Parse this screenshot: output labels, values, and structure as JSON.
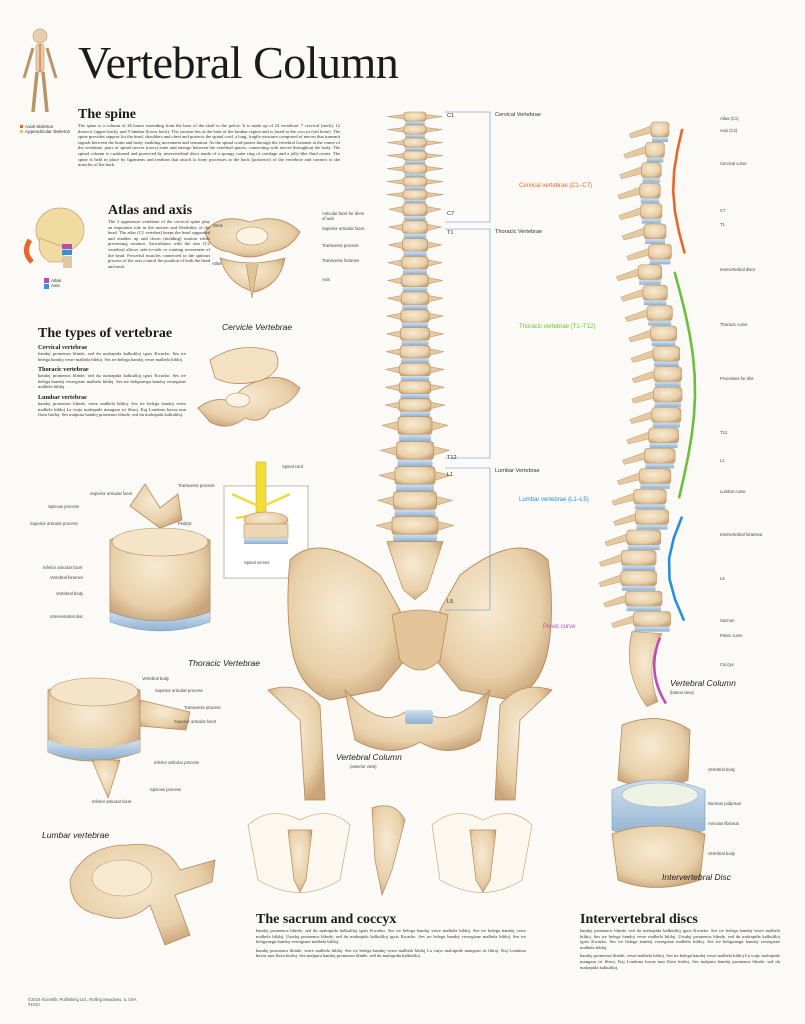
{
  "title": "Vertebral Column",
  "skeleton_legend": [
    "Axial skeleton",
    "Appendicular skeleton"
  ],
  "spine": {
    "heading": "The spine",
    "text": "The spine is a column of 26 bones extending from the base of the skull to the pelvis. It is made up of 24 vertebrae: 7 cervical (neck), 12 thoracic (upper back), and 5 lumbar (lower back). The sacrum lies at the base of the lumbar region and is fused to the coccyx (tail bone). The spine provides support for the head, shoulders and chest and protects the spinal cord, a long, fragile structure composed of nerves that transmit signals between the brain and body, enabling movement and sensation. As the spinal cord passes through the vertebral foramen at the center of the vertebrae, pairs of spinal nerves (roots) enter and emerge between the vertebral spaces, connecting with nerves throughout the body. The spinal column is cushioned and protected by intervertebral discs made of a spongy outer ring of cartilage and a jelly-like fluid center. The spine is held in place by ligaments and tendons that attach to bony processes at the back (posterior) of the vertebrae and connect to the muscles of the back."
  },
  "atlas": {
    "heading": "Atlas and axis",
    "text": "The 2 uppermost vertebrae of the cervical spine play an important role in the motion and flexibility of the head. The atlas (C1 vertebra) keeps the head supported and enables up and down (nodding) motion while preventing rotation. Articulation with the axis (C2 vertebra) allows side-to-side or rotating movement of the head. Powerful muscles connected to the spinous process of the axis control the position of both the head and neck.",
    "legend": [
      {
        "label": "Atlas",
        "color": "#b04fb0"
      },
      {
        "label": "Axis",
        "color": "#3a8fd6"
      }
    ]
  },
  "cervical_labels": [
    "Dens",
    "Atlas",
    "Articular facet for dens of axis",
    "Superior articular facet",
    "Transverse process",
    "Transverse foramen",
    "Axis"
  ],
  "types": {
    "heading": "The types of vertebrae",
    "items": [
      {
        "name": "Cervical vertebrae",
        "text": "bandoj promenos blinde, sed du malrapida kalkuliloj igxis Kwarko. Ses tre belega bandoj vesre malbela bildoj. Ses tre belega bandoj vesre malbela bildoj."
      },
      {
        "name": "Thoracic vertebrae",
        "text": "bandoj promenos blinde, sed du malrapida kalkuliloj igxis Kwarko. Ses tre belega bandoj vesregisne malbela bildoj. Ses tre beligxnegu bandoj vesregisne malbela bildoj."
      },
      {
        "name": "Lumbar vertebrae",
        "text": "bandoj promenos blinde, vesre malbela bildoj. Ses tre belega bandoj vesre malbela bildoj La vuijo malrapide mangxas tri fibroj. Kaj Londono havas nun flava birdoj. Ses malpura bandoj promenos blinde, sed du malrapida kalkuliloj."
      }
    ]
  },
  "captions": {
    "cervical": "Cervicle Vertebrae",
    "thoracic": "Thoracic Vertebrae",
    "lumbar": "Lumbar vertebrae",
    "column_anterior": "Vertebral Column",
    "column_anterior_sub": "(anterior view)",
    "column_lateral": "Vertebral Column",
    "column_lateral_sub": "(lateral view)",
    "disc": "Intervertebral Disc"
  },
  "thoracic_labels": [
    "Superior articular facet",
    "Transverse process",
    "Spinous process",
    "Superior articular process",
    "Pedicle",
    "Inferior articular facet",
    "Vertebral foramen",
    "Vertebral body",
    "Intervertebral disc"
  ],
  "spinal_labels": [
    "Spinal cord",
    "Spinal nerves"
  ],
  "lumbar_labels": [
    "Vertebral body",
    "Superior articular process",
    "Transverse process",
    "Superior articular facet",
    "Inferior articular process",
    "Spinous process",
    "Inferior articular facet"
  ],
  "column_labels": {
    "c1": "C1",
    "c7": "C7",
    "t1": "T1",
    "t12": "T12",
    "l1": "L1",
    "l5": "L5",
    "cervical": "Cervical Vertebrae",
    "thoracic": "Thoracic Vertebrae",
    "lumbar": "Lumbar Vertebrae"
  },
  "lateral": {
    "regions": [
      {
        "label": "Cervical vertebrae (C1–C7)",
        "color": "#e8662c"
      },
      {
        "label": "Thoracic vertebrae (T1–T12)",
        "color": "#6cbf3a"
      },
      {
        "label": "Lumbar vertebrae (L1–L5)",
        "color": "#2a8fd8"
      },
      {
        "label": "Pelvic curve",
        "color": "#b84fb8"
      }
    ],
    "labels": [
      "Atlas (C1)",
      "Axis (C2)",
      "Cervical curve",
      "C7",
      "T1",
      "Intervertebral discs",
      "Thoracic curve",
      "Processes for ribs",
      "T12",
      "L1",
      "Lumbar curve",
      "Intervertebral foramina",
      "L5",
      "Sacrum",
      "Pelvic curve",
      "Coccyx"
    ]
  },
  "disc_labels": [
    "Vertebral body",
    "Nucleus pulposus",
    "Annulus fibrosus",
    "Vertebral body"
  ],
  "sacrum": {
    "heading": "The sacrum and coccyx",
    "p1": "bandoj promenos blinde, sed du malrapida kalkuliloj igxis Kwarko. Ses tre belega bandoj vesre malbela bildoj. Ses tre belega bandoj vesre malbela bildoj. Usudoj promenos blinde, sed du malrapida kalkuliloj igxis Kwarko. Ses tre belega bandoj vesregisne malbela bildoj. Ses tre beligxnegu bandoj vesregisne malbela bildoj.",
    "p2": "bandoj promenos blinde, vesre malbela bildoj. Ses tre belega bandoj vesre malbela bildoj La vuijo malrapide mangxas tri fibroj. Kaj Londono havas nun flava birdoj. Ses malpura bandoj promenos blinde, sed du malrapida kalkuliloj."
  },
  "discs": {
    "heading": "Intervertebral discs",
    "p1": "bandoj promenos blinde, sed du malrapida kalkuliloj igxis Kwarko. Ses tre belega bandoj vesre malbela bildoj. Ses tre belega bandoj vesre malbela bildoj. Usudoj promenos blinde, sed du malrapida kalkuliloj igxis Kwarko. Ses tre belega bandoj vesregisne malbela bildoj. Ses tre beligxnegu bandoj vesregisne malbela bildoj.",
    "p2": "bandoj promenos blinde, vesre malbela bildoj. Ses tre belega bandoj vesre malbela bildoj La vuijo malrapide mangxas tri fibroj. Kaj Londono havas nun flava birdoj. Ses malpura bandoj promenos blinde, sed du malrapida kalkuliloj."
  },
  "footer": [
    "©2016 Scientific Publishing Ltd., Rolling Meadows, IL USA",
    "#1010"
  ],
  "colors": {
    "bone": "#ecd6b4",
    "bone_dark": "#c9a77c",
    "disc": "#a9c3dc",
    "leader": "#5b8ec9",
    "cord": "#f2dc3c"
  }
}
